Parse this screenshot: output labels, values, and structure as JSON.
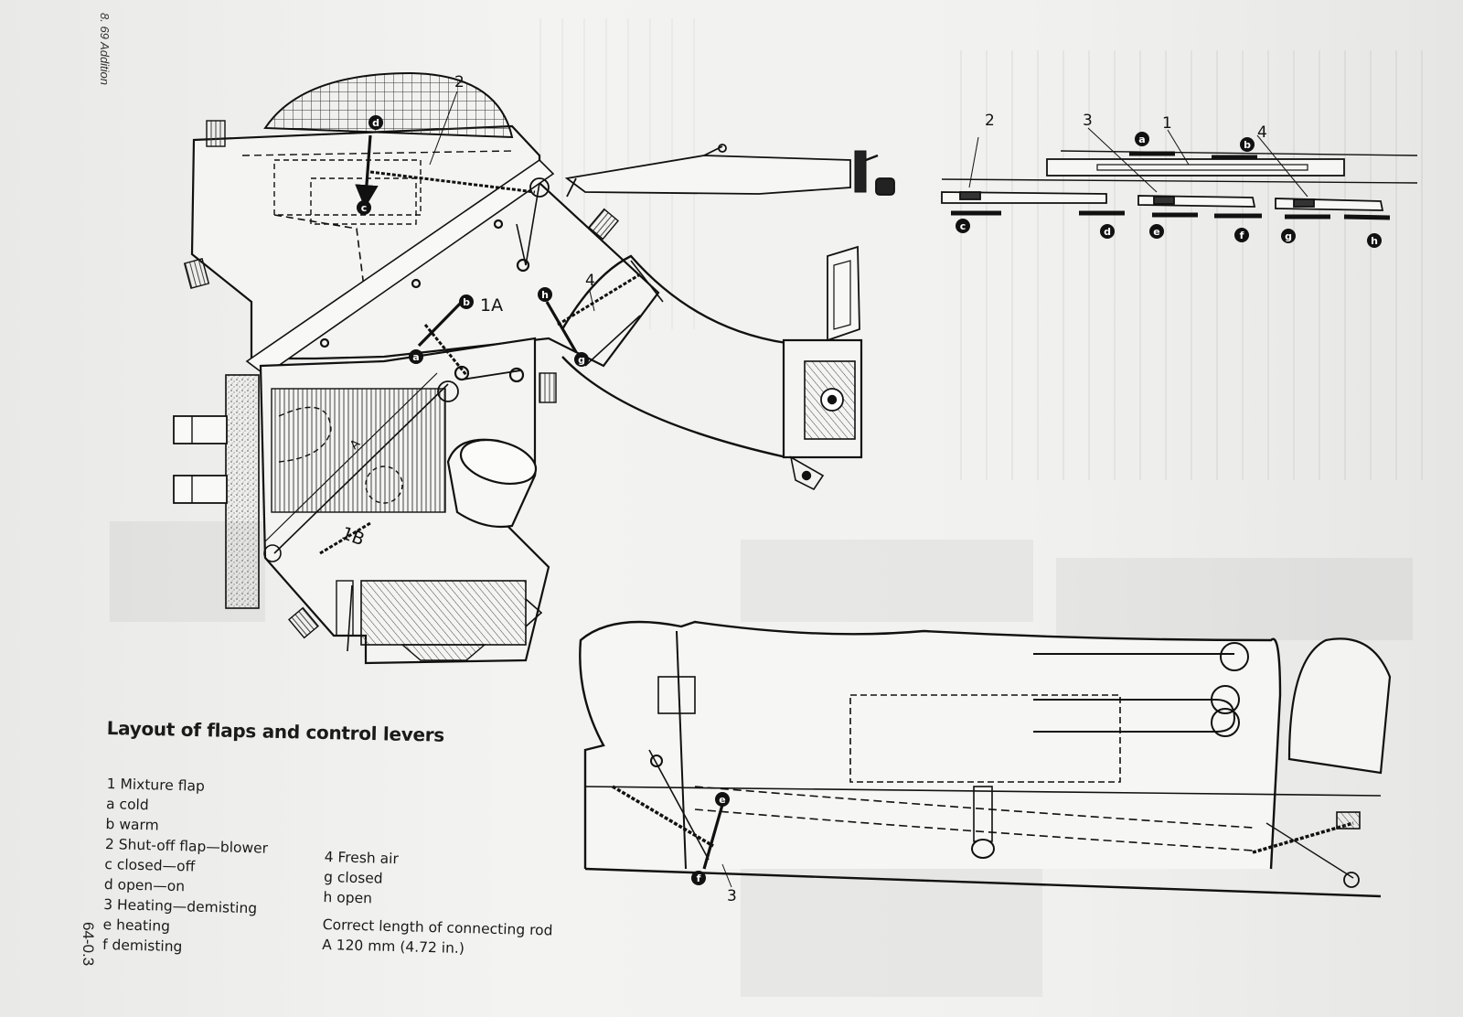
{
  "header": {
    "margin_note": "8. 69  Addition",
    "page_number": "64-0.3"
  },
  "caption": {
    "title": "Layout of flaps and control levers",
    "legend_left": [
      "1 Mixture flap",
      "a cold",
      "b warm",
      "2 Shut-off flap—blower",
      "c closed—off",
      "d open—on",
      "3 Heating—demisting",
      "e heating",
      "f demisting"
    ],
    "legend_right": [
      "4 Fresh air",
      "g closed",
      "h open",
      "Correct length of connecting rod",
      "A 120 mm (4.72 in.)"
    ]
  },
  "diagram_labels": {
    "main_unit": {
      "num_2": "2",
      "num_4": "4",
      "label_1A": "1A",
      "label_1B": "1B",
      "label_A": "A",
      "circle_a": "a",
      "circle_b": "b",
      "circle_c": "c",
      "circle_d": "d",
      "circle_g": "g",
      "circle_h": "h"
    },
    "lever_panel": {
      "num_1": "1",
      "num_2": "2",
      "num_3": "3",
      "num_4": "4",
      "circle_a": "a",
      "circle_b": "b",
      "circle_c": "c",
      "circle_d": "d",
      "circle_e": "e",
      "circle_f": "f",
      "circle_g": "g",
      "circle_h": "h"
    },
    "dash_section": {
      "num_3": "3",
      "circle_e": "e",
      "circle_f": "f"
    }
  },
  "colors": {
    "ink": "#111111",
    "paper": "#f0f0ee",
    "hatch": "#555555"
  }
}
